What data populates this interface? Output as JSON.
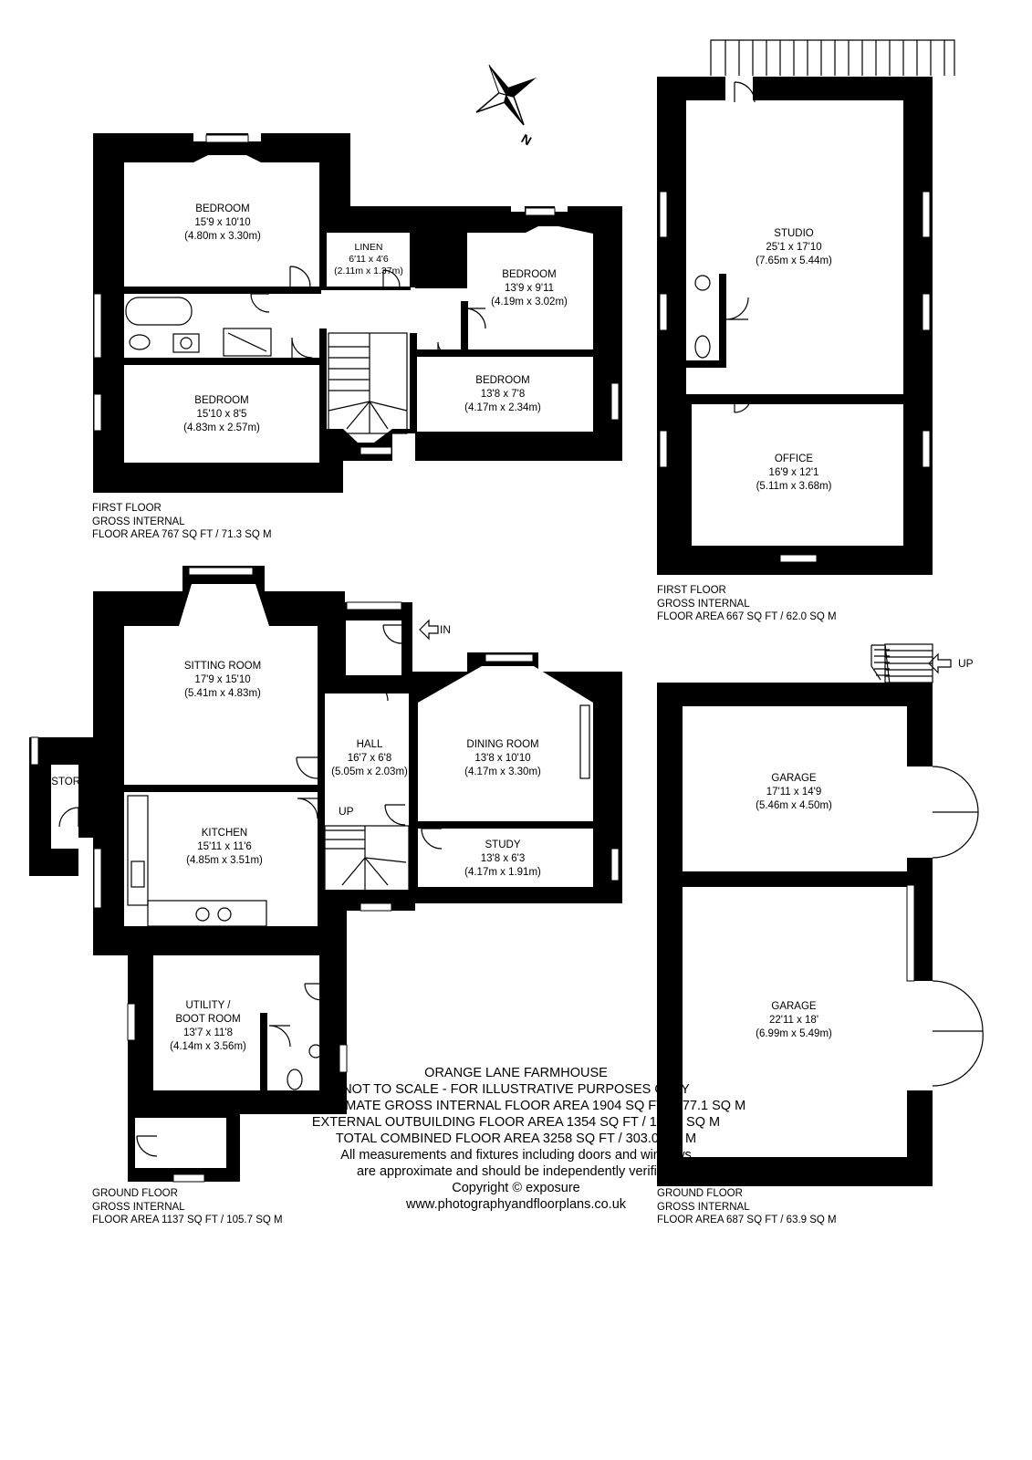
{
  "compass": {
    "icon": "compass-rose-icon",
    "label": "N"
  },
  "rooms": {
    "bedroom1": {
      "name": "BEDROOM",
      "imperial": "15'9 x 10'10",
      "metric": "(4.80m x 3.30m)"
    },
    "linen": {
      "name": "LINEN",
      "imperial": "6'11 x 4'6",
      "metric": "(2.11m x 1.37m)"
    },
    "bedroom2": {
      "name": "BEDROOM",
      "imperial": "13'9 x 9'11",
      "metric": "(4.19m x 3.02m)"
    },
    "bedroom3": {
      "name": "BEDROOM",
      "imperial": "15'10 x 8'5",
      "metric": "(4.83m x 2.57m)"
    },
    "bedroom4": {
      "name": "BEDROOM",
      "imperial": "13'8 x 7'8",
      "metric": "(4.17m x 2.34m)"
    },
    "studio": {
      "name": "STUDIO",
      "imperial": "25'1 x 17'10",
      "metric": "(7.65m x 5.44m)"
    },
    "office": {
      "name": "OFFICE",
      "imperial": "16'9 x 12'1",
      "metric": "(5.11m x 3.68m)"
    },
    "sitting": {
      "name": "SITTING ROOM",
      "imperial": "17'9 x 15'10",
      "metric": "(5.41m x 4.83m)"
    },
    "hall": {
      "name": "HALL",
      "imperial": "16'7 x 6'8",
      "metric": "(5.05m x 2.03m)"
    },
    "dining": {
      "name": "DINING ROOM",
      "imperial": "13'8 x 10'10",
      "metric": "(4.17m x 3.30m)"
    },
    "store": {
      "name": "STORE"
    },
    "kitchen": {
      "name": "KITCHEN",
      "imperial": "15'11 x 11'6",
      "metric": "(4.85m x 3.51m)"
    },
    "study": {
      "name": "STUDY",
      "imperial": "13'8 x 6'3",
      "metric": "(4.17m x 1.91m)"
    },
    "utility": {
      "name1": "UTILITY /",
      "name2": "BOOT ROOM",
      "imperial": "13'7 x 11'8",
      "metric": "(4.14m x 3.56m)"
    },
    "garage1": {
      "name": "GARAGE",
      "imperial": "17'11 x 14'9",
      "metric": "(5.46m x 4.50m)"
    },
    "garage2": {
      "name": "GARAGE",
      "imperial": "22'11 x 18'",
      "metric": "(6.99m x 5.49m)"
    }
  },
  "markers": {
    "in": "IN",
    "up_outbuilding": "UP",
    "up_stairs": "UP"
  },
  "captions": {
    "first_floor_main": {
      "line1": "FIRST FLOOR",
      "line2": "GROSS INTERNAL",
      "line3": "FLOOR AREA 767 SQ FT / 71.3 SQ M"
    },
    "first_floor_outbuilding": {
      "line1": "FIRST FLOOR",
      "line2": "GROSS INTERNAL",
      "line3": "FLOOR AREA 667 SQ FT / 62.0 SQ M"
    },
    "ground_floor_main": {
      "line1": "GROUND FLOOR",
      "line2": "GROSS INTERNAL",
      "line3": "FLOOR AREA 1137 SQ FT / 105.7 SQ M"
    },
    "ground_floor_outbuilding": {
      "line1": "GROUND FLOOR",
      "line2": "GROSS INTERNAL",
      "line3": "FLOOR AREA 687 SQ FT / 63.9 SQ M"
    }
  },
  "footer": {
    "title": "ORANGE LANE FARMHOUSE",
    "disclaimer": "NOT TO SCALE - FOR ILLUSTRATIVE PURPOSES ONLY",
    "gross": "APPROXIMATE GROSS INTERNAL FLOOR AREA 1904 SQ FT / 177.1 SQ M",
    "external": "EXTERNAL OUTBUILDING FLOOR AREA 1354 SQ FT / 125.9 SQ M",
    "total": "TOTAL COMBINED FLOOR AREA 3258 SQ FT / 303.0 SQ M",
    "note1": "All measurements and fixtures including doors and windows",
    "note2": "are approximate and should be independently verified.",
    "copyright": "Copyright © exposure",
    "website": "www.photographyandfloorplans.co.uk"
  }
}
